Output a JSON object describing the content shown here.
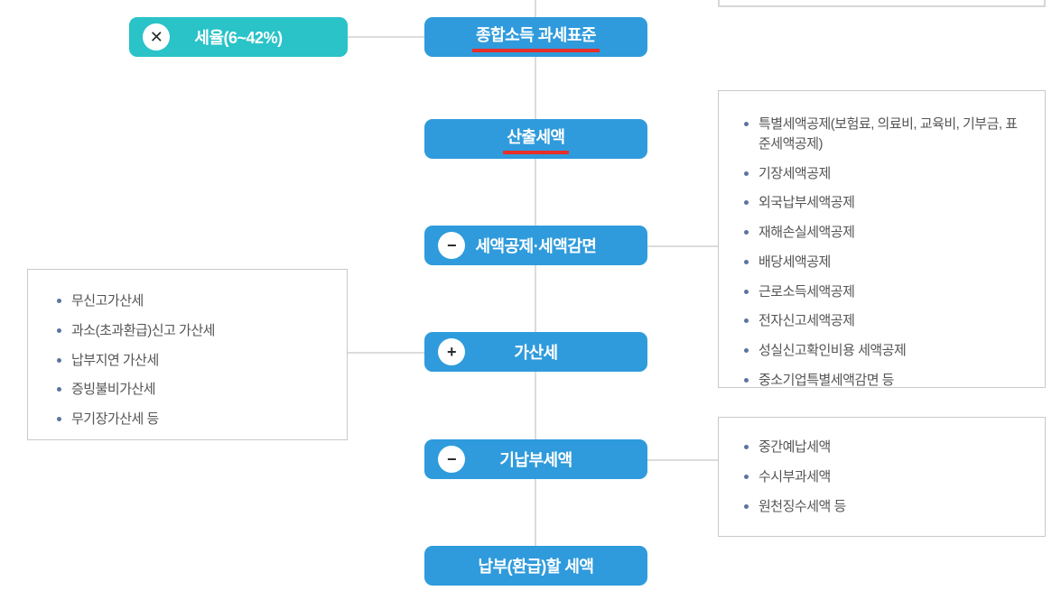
{
  "colors": {
    "node_blue": "#2f9bdc",
    "node_teal": "#29c3c8",
    "underline_red": "#e8302a",
    "connector_gray": "#dcdcdc",
    "list_border_gray": "#c9c9c9",
    "list_text_gray": "#555555",
    "bullet_blue_gray": "#5b74a0"
  },
  "icons": {
    "multiply": "✕",
    "minus": "−",
    "plus": "+"
  },
  "flow": {
    "rate_node": {
      "label": "세율(6~42%)",
      "icon": "multiply-icon"
    },
    "nodes": [
      {
        "label": "종합소득 과세표준",
        "underline": true
      },
      {
        "label": "산출세액",
        "underline": true
      },
      {
        "label": "세액공제·세액감면",
        "icon": "minus-icon"
      },
      {
        "label": "가산세",
        "icon": "plus-icon"
      },
      {
        "label": "기납부세액",
        "icon": "minus-icon"
      },
      {
        "label": "납부(환급)할 세액"
      }
    ]
  },
  "lists": {
    "left": {
      "items": [
        "무신고가산세",
        "과소(초과환급)신고 가산세",
        "납부지연 가산세",
        "증빙불비가산세",
        "무기장가산세 등"
      ]
    },
    "right_top": {
      "items": [
        "특별세액공제(보험료, 의료비, 교육비, 기부금, 표준세액공제)",
        "기장세액공제",
        "외국납부세액공제",
        "재해손실세액공제",
        "배당세액공제",
        "근로소득세액공제",
        "전자신고세액공제",
        "성실신고확인비용 세액공제",
        "중소기업특별세액감면 등"
      ]
    },
    "right_bottom": {
      "items": [
        "중간예납세액",
        "수시부과세액",
        "원천징수세액 등"
      ]
    }
  }
}
